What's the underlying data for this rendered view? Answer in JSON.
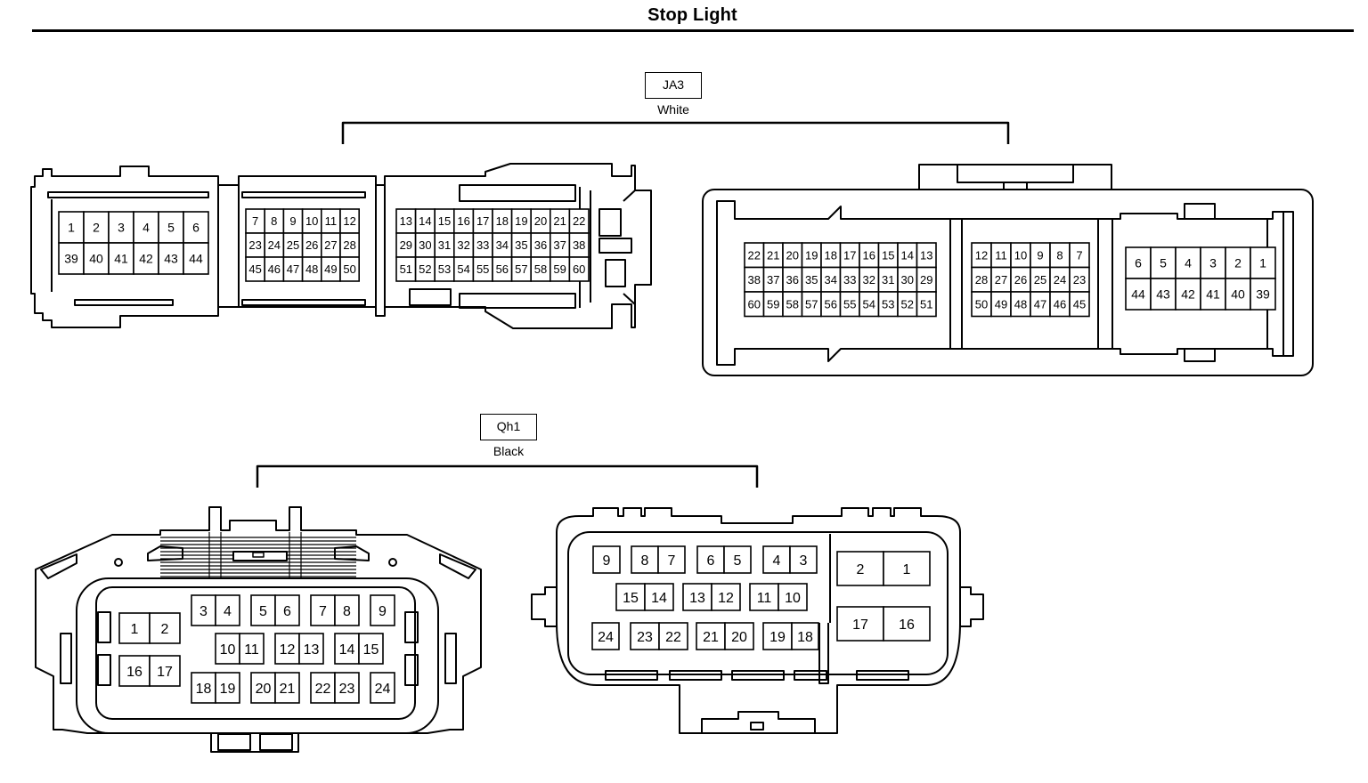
{
  "title": "Stop Light",
  "connectors": [
    {
      "tag": "JA3",
      "color": "White",
      "views": [
        {
          "blocks": [
            {
              "id": "ja3-l-b1",
              "cols": 6,
              "rows": [
                [
                  "1",
                  "2",
                  "3",
                  "4",
                  "5",
                  "6"
                ],
                [
                  "39",
                  "40",
                  "41",
                  "42",
                  "43",
                  "44"
                ]
              ]
            },
            {
              "id": "ja3-l-b2",
              "cols": 6,
              "rows": [
                [
                  "7",
                  "8",
                  "9",
                  "10",
                  "11",
                  "12"
                ],
                [
                  "23",
                  "24",
                  "25",
                  "26",
                  "27",
                  "28"
                ],
                [
                  "45",
                  "46",
                  "47",
                  "48",
                  "49",
                  "50"
                ]
              ]
            },
            {
              "id": "ja3-l-b3",
              "cols": 10,
              "rows": [
                [
                  "13",
                  "14",
                  "15",
                  "16",
                  "17",
                  "18",
                  "19",
                  "20",
                  "21",
                  "22"
                ],
                [
                  "29",
                  "30",
                  "31",
                  "32",
                  "33",
                  "34",
                  "35",
                  "36",
                  "37",
                  "38"
                ],
                [
                  "51",
                  "52",
                  "53",
                  "54",
                  "55",
                  "56",
                  "57",
                  "58",
                  "59",
                  "60"
                ]
              ]
            }
          ]
        },
        {
          "blocks": [
            {
              "id": "ja3-r-b1",
              "cols": 10,
              "rows": [
                [
                  "22",
                  "21",
                  "20",
                  "19",
                  "18",
                  "17",
                  "16",
                  "15",
                  "14",
                  "13"
                ],
                [
                  "38",
                  "37",
                  "36",
                  "35",
                  "34",
                  "33",
                  "32",
                  "31",
                  "30",
                  "29"
                ],
                [
                  "60",
                  "59",
                  "58",
                  "57",
                  "56",
                  "55",
                  "54",
                  "53",
                  "52",
                  "51"
                ]
              ]
            },
            {
              "id": "ja3-r-b2",
              "cols": 6,
              "rows": [
                [
                  "12",
                  "11",
                  "10",
                  "9",
                  "8",
                  "7"
                ],
                [
                  "28",
                  "27",
                  "26",
                  "25",
                  "24",
                  "23"
                ],
                [
                  "50",
                  "49",
                  "48",
                  "47",
                  "46",
                  "45"
                ]
              ]
            },
            {
              "id": "ja3-r-b3",
              "cols": 6,
              "rows": [
                [
                  "6",
                  "5",
                  "4",
                  "3",
                  "2",
                  "1"
                ],
                [
                  "44",
                  "43",
                  "42",
                  "41",
                  "40",
                  "39"
                ]
              ]
            }
          ]
        }
      ]
    },
    {
      "tag": "Qh1",
      "color": "Black",
      "views": [
        {
          "pins": [
            "1",
            "2",
            "16",
            "17",
            "3",
            "4",
            "5",
            "6",
            "7",
            "8",
            "9",
            "10",
            "11",
            "12",
            "13",
            "14",
            "15",
            "18",
            "19",
            "20",
            "21",
            "22",
            "23",
            "24"
          ]
        },
        {
          "pins": [
            "9",
            "8",
            "7",
            "6",
            "5",
            "4",
            "3",
            "15",
            "14",
            "13",
            "12",
            "11",
            "10",
            "24",
            "23",
            "22",
            "21",
            "20",
            "19",
            "18",
            "2",
            "1",
            "17",
            "16"
          ]
        }
      ]
    }
  ]
}
